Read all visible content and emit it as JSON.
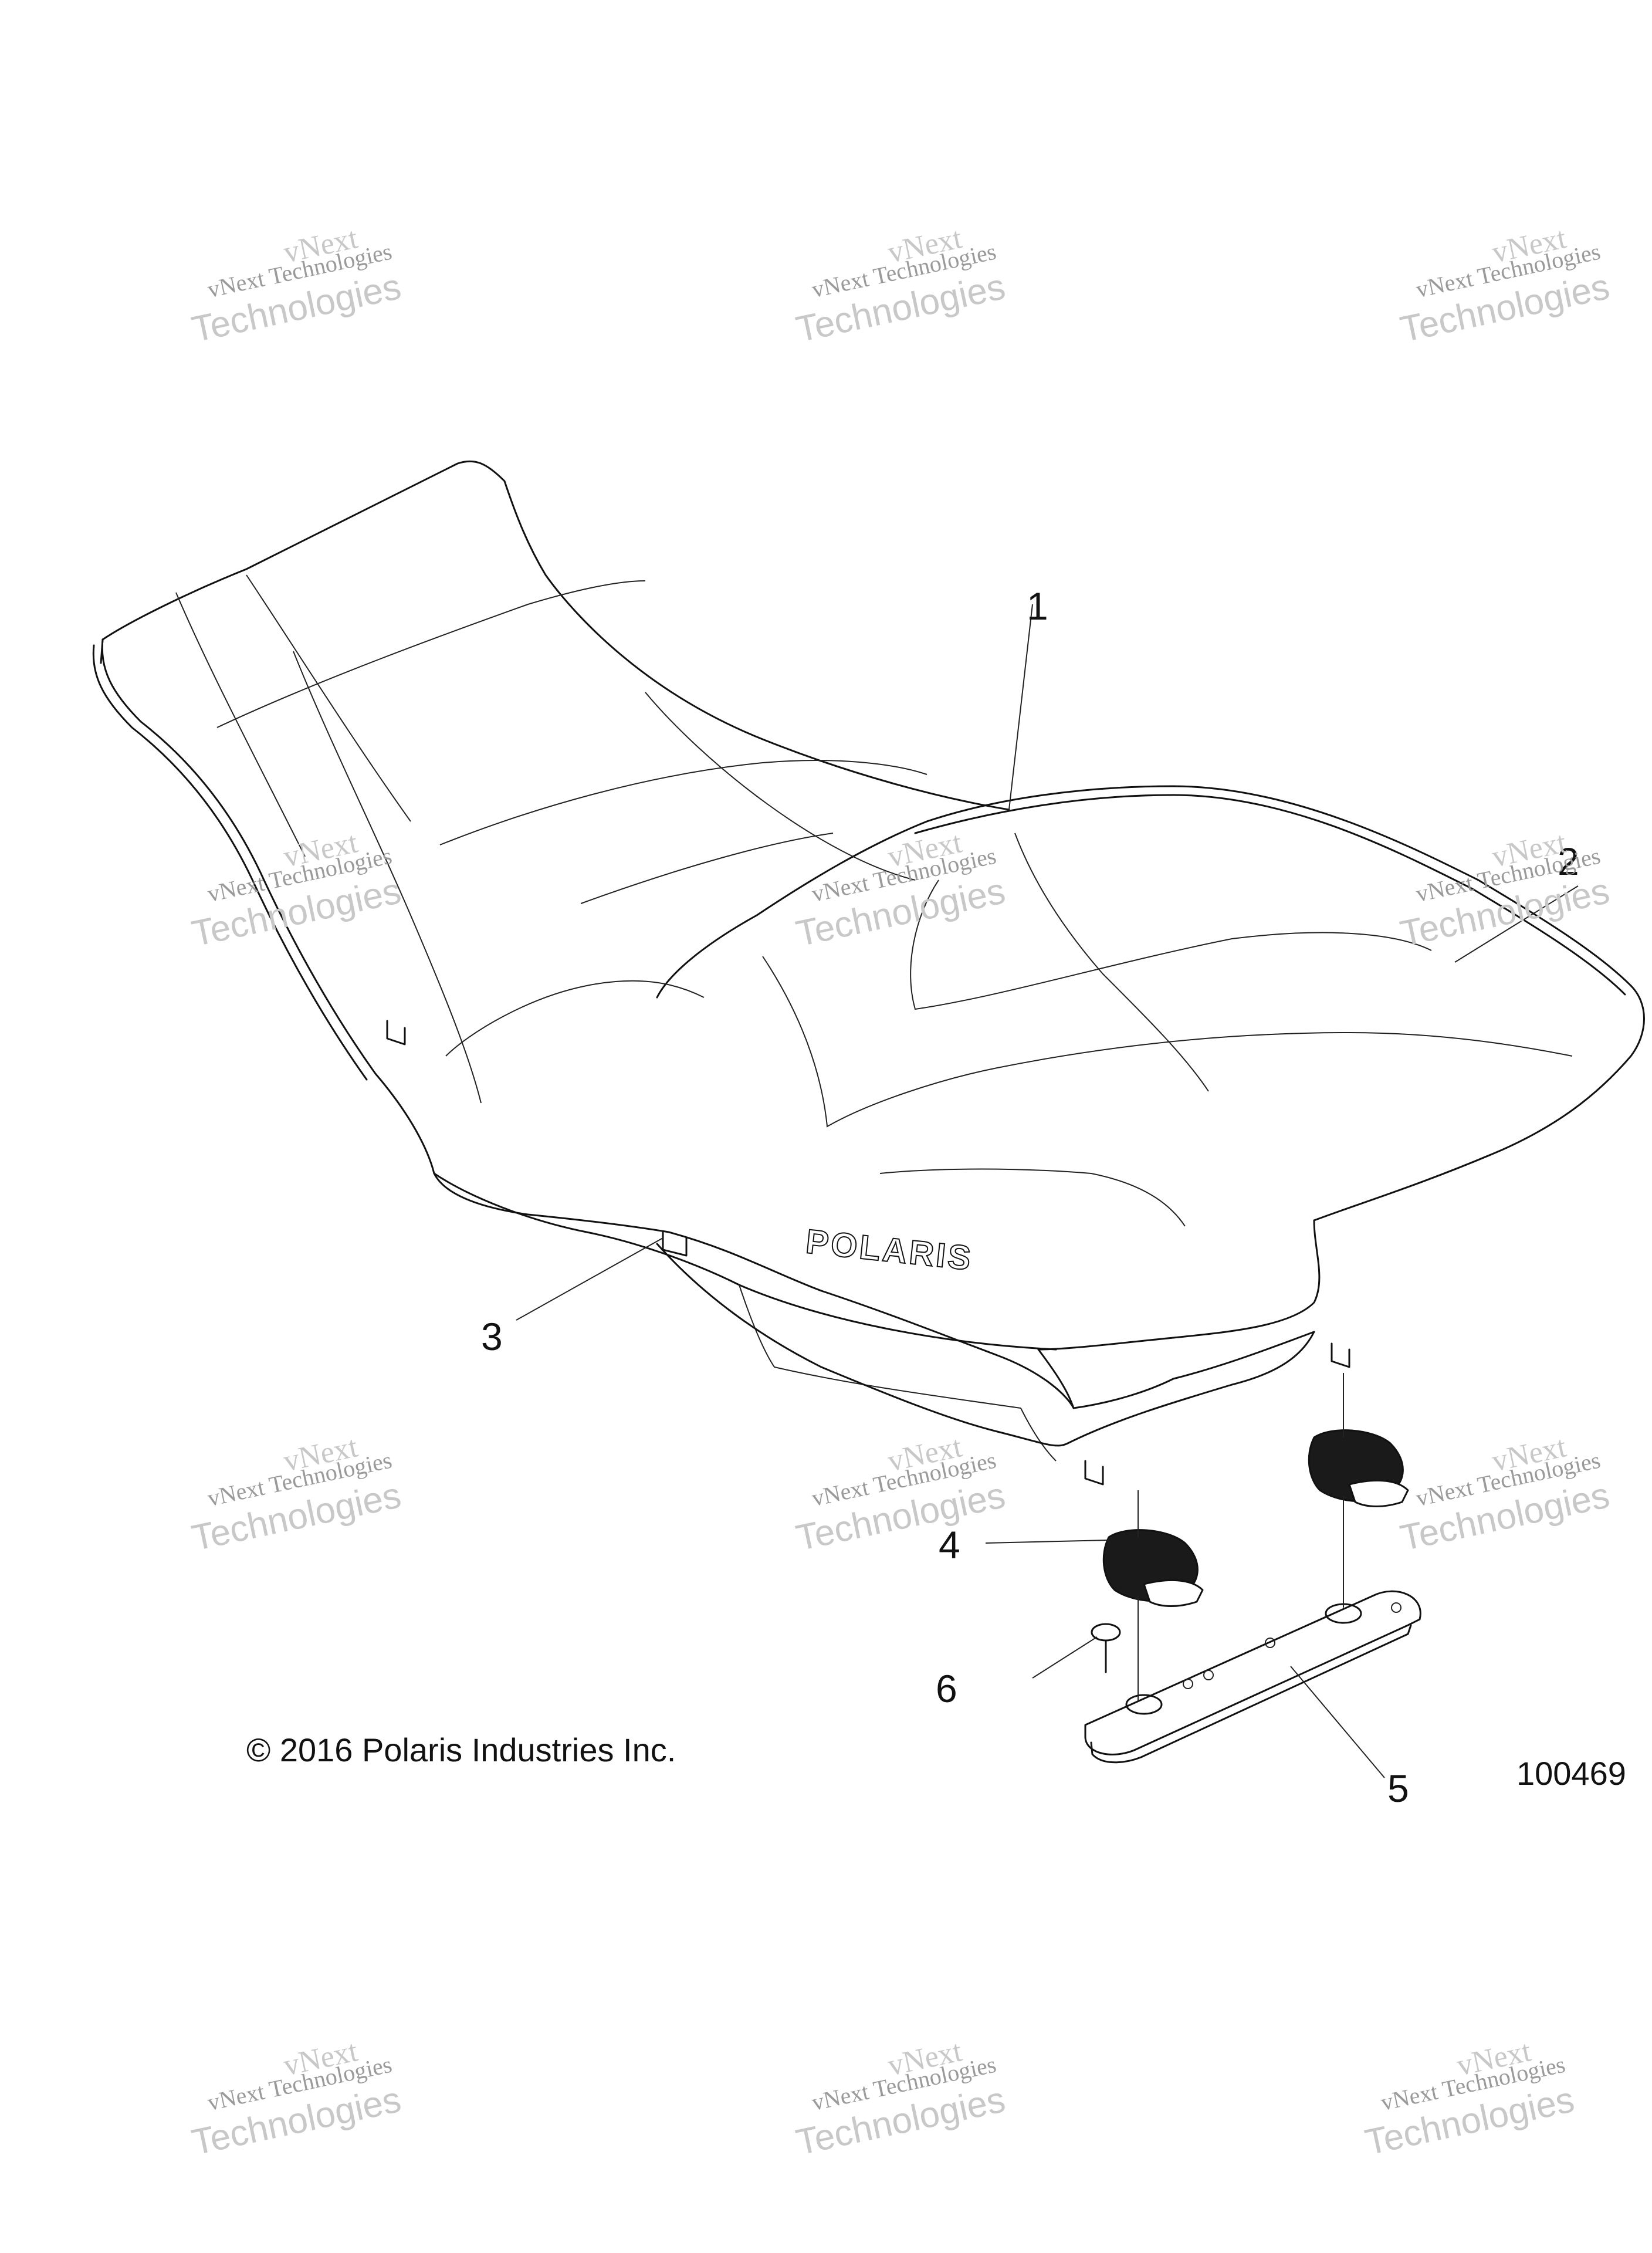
{
  "callouts": [
    {
      "id": "1",
      "label": "1"
    },
    {
      "id": "2",
      "label": "2"
    },
    {
      "id": "3",
      "label": "3"
    },
    {
      "id": "4",
      "label": "4"
    },
    {
      "id": "5",
      "label": "5"
    },
    {
      "id": "6",
      "label": "6"
    }
  ],
  "logo_text": "POLARIS",
  "copyright": "© 2016 Polaris Industries Inc.",
  "diagram_number": "100469",
  "watermark": {
    "line1": "vNext",
    "line2": "vNext Technologies",
    "line3": "Technologies"
  }
}
